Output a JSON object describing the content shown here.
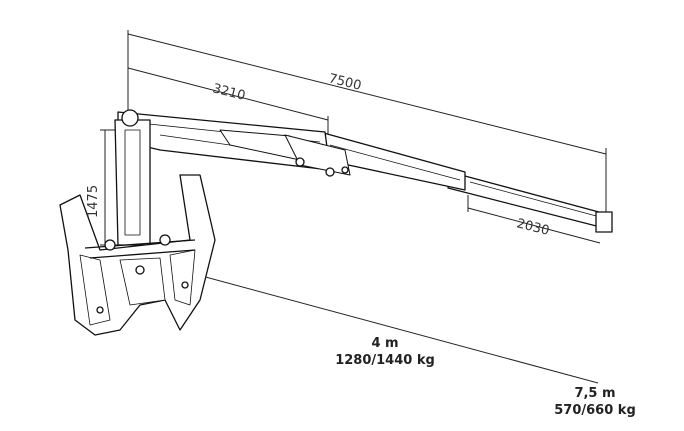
{
  "dimensions": {
    "total_reach": "7500",
    "first_boom": "3210",
    "column_height": "1475",
    "extension": "2030"
  },
  "loads": [
    {
      "reach": "4 m",
      "capacity": "1280/1440 kg"
    },
    {
      "reach": "7,5 m",
      "capacity": "570/660 kg"
    }
  ]
}
